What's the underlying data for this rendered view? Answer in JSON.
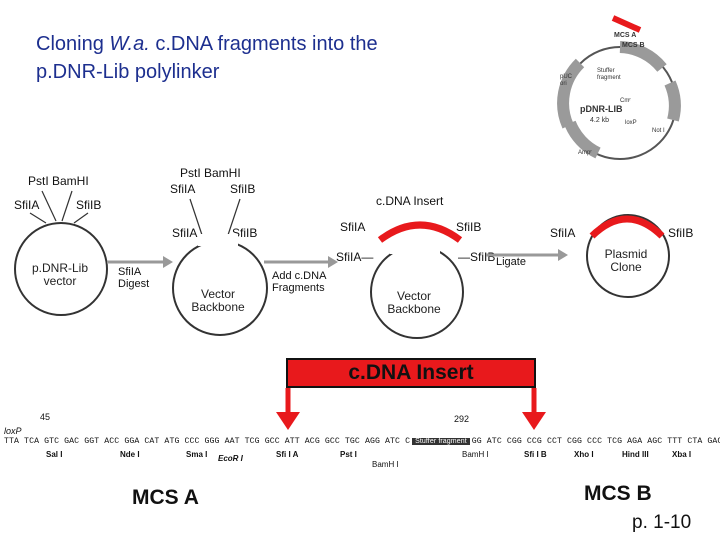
{
  "title": {
    "line1_pre": "Cloning ",
    "line1_italic": "W.a.",
    "line1_post": " c.DNA fragments into the",
    "line2": "p.DNR-Lib polylinker"
  },
  "vector": {
    "pst_bam": "PstI BamHI",
    "sfiA": "SfiIA",
    "sfiB": "SfiIB",
    "label_line1": "p.DNR-Lib",
    "label_line2": "vector"
  },
  "steps": {
    "digest_1": "SfiIA",
    "digest_2": "Digest",
    "add_1": "Add c.DNA",
    "add_2": "Fragments",
    "ligate": "Ligate"
  },
  "backbone": {
    "pst_bam": "PstI BamHI",
    "sfiA_top": "SfiIA",
    "sfiB_top": "SfiIB",
    "sfiA": "SfiIA",
    "sfiB": "SfiIB",
    "label_line1": "Vector",
    "label_line2": "Backbone"
  },
  "insert_stage": {
    "cdna_insert": "c.DNA Insert",
    "sfiA": "SfiIA",
    "sfiB": "SfiIB",
    "sfiA2": "SfiIA—",
    "sfiB2": "—SfiIB",
    "label_line1": "Vector",
    "label_line2": "Backbone"
  },
  "clone": {
    "sfiA": "SfiIA",
    "sfiB": "SfiIB",
    "label_line1": "Plasmid",
    "label_line2": "Clone"
  },
  "plasmid_map": {
    "name": "pDNR-LIB",
    "size": "4.2 kb",
    "mcsA": "MCS A",
    "mcsB": "MCS B",
    "stuffer_1": "Stuffer",
    "stuffer_2": "fragment",
    "puc": "pUC",
    "ori": "ori",
    "loxp": "loxP",
    "cmr": "Cmʳ",
    "not": "Not I",
    "ampr": "Ampʳ"
  },
  "banner": "c.DNA Insert",
  "sequence": {
    "pos_left": "45",
    "pos_right": "292",
    "loxp": "loxP",
    "part1": "TTA TCA GTC GAC GGT ACC GGA CAT ATG CCC GGG AAT TCG GCC ATT ACG GCC TGC AGG ATC C",
    "stuffer": "Stuffer fragment",
    "part2": "GG ATC CGG CCG CCT CGG CCC TCG AGA AGC TTT CTA GAC CAT",
    "sites": {
      "sal": "Sal I",
      "nde": "Nde I",
      "sma": "Sma I",
      "eco": "EcoR I",
      "sfiA": "Sfi I A",
      "pst": "Pst I",
      "bam_low": "BamH I",
      "bam": "BamH I",
      "sfiB": "Sfi I B",
      "xho": "Xho I",
      "hind": "Hind III",
      "xba": "Xba I"
    }
  },
  "mcs_a": "MCS A",
  "mcs_b": "MCS B",
  "page_number": "p. 1-10",
  "colors": {
    "title": "#1d2f8f",
    "insert": "#e8191c",
    "plasmid_gray": "#9a9a9a"
  }
}
